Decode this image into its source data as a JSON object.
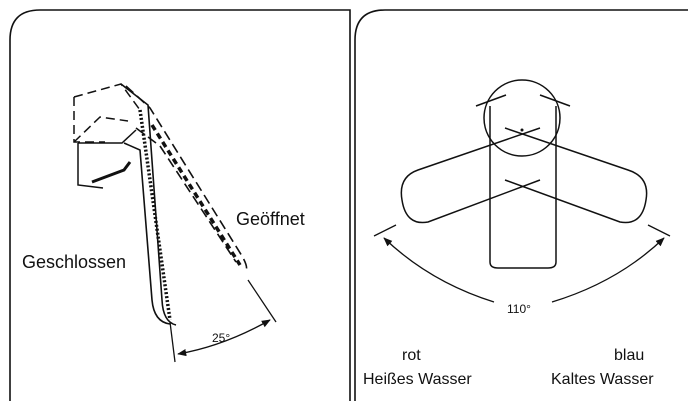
{
  "left_panel": {
    "label_closed": "Geschlossen",
    "label_open": "Geöffnet",
    "angle_label": "25°"
  },
  "right_panel": {
    "angle_label": "110°",
    "hot_color_word": "rot",
    "hot_water_label": "Heißes Wasser",
    "cold_color_word": "blau",
    "cold_water_label": "Kaltes Wasser"
  },
  "colors": {
    "line": "#111111",
    "background": "#ffffff"
  }
}
